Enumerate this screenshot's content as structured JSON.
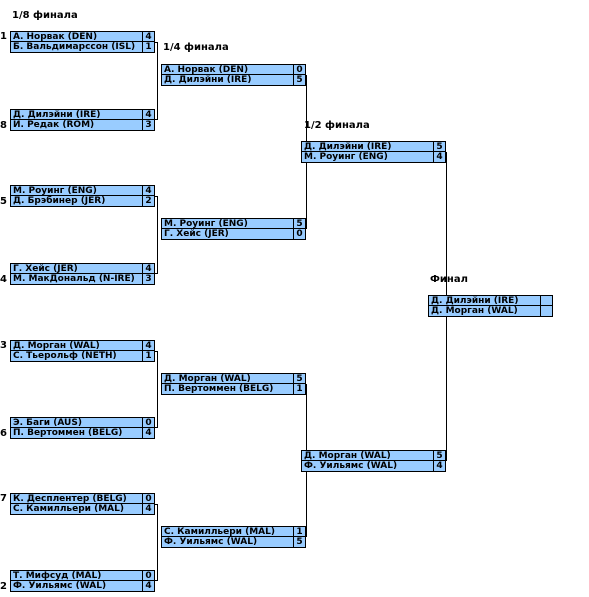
{
  "rounds": [
    {
      "title": "1/8 финала"
    },
    {
      "title": "1/4 финала"
    },
    {
      "title": "1/2 финала"
    },
    {
      "title": "Финал"
    }
  ],
  "r16": [
    {
      "p1": "А. Норвак (DEN)",
      "s1": "4",
      "p2": "Б. Вальдимарссон (ISL)",
      "s2": "1",
      "seed1": "1",
      "seed2": ""
    },
    {
      "p1": "Д. Дилэйни (IRE)",
      "s1": "4",
      "p2": "И. Редак (ROM)",
      "s2": "3",
      "seed1": "",
      "seed2": "8"
    },
    {
      "p1": "М. Роуинг (ENG)",
      "s1": "4",
      "p2": "Д. Брэбинер (JER)",
      "s2": "2",
      "seed1": "",
      "seed2": "5"
    },
    {
      "p1": "Г. Хейс (JER)",
      "s1": "4",
      "p2": "М. МакДональд (N-IRE)",
      "s2": "3",
      "seed1": "",
      "seed2": "4"
    },
    {
      "p1": "Д. Морган (WAL)",
      "s1": "4",
      "p2": "С. Тьерольф (NETH)",
      "s2": "1",
      "seed1": "3",
      "seed2": ""
    },
    {
      "p1": "Э. Баги (AUS)",
      "s1": "0",
      "p2": "П. Вертоммен (BELG)",
      "s2": "4",
      "seed1": "",
      "seed2": "6"
    },
    {
      "p1": "К. Десплентер (BELG)",
      "s1": "0",
      "p2": "С. Камилльери (MAL)",
      "s2": "4",
      "seed1": "7",
      "seed2": ""
    },
    {
      "p1": "Т. Мифсуд (MAL)",
      "s1": "0",
      "p2": "Ф. Уильямс (WAL)",
      "s2": "4",
      "seed1": "",
      "seed2": "2"
    }
  ],
  "qf": [
    {
      "p1": "А. Норвак (DEN)",
      "s1": "0",
      "p2": "Д. Дилэйни (IRE)",
      "s2": "5"
    },
    {
      "p1": "М. Роуинг (ENG)",
      "s1": "5",
      "p2": "Г. Хейс (JER)",
      "s2": "0"
    },
    {
      "p1": "Д. Морган (WAL)",
      "s1": "5",
      "p2": "П. Вертоммен (BELG)",
      "s2": "1"
    },
    {
      "p1": "С. Камилльери (MAL)",
      "s1": "1",
      "p2": "Ф. Уильямс (WAL)",
      "s2": "5"
    }
  ],
  "sf": [
    {
      "p1": "Д. Дилэйни (IRE)",
      "s1": "5",
      "p2": "М. Роуинг (ENG)",
      "s2": "4"
    },
    {
      "p1": "Д. Морган (WAL)",
      "s1": "5",
      "p2": "Ф. Уильямс (WAL)",
      "s2": "4"
    }
  ],
  "final": [
    {
      "p1": "Д. Дилэйни (IRE)",
      "s1": "",
      "p2": "Д. Морган (WAL)",
      "s2": ""
    }
  ],
  "colors": {
    "cell": "#99ccff",
    "line": "#000000"
  }
}
